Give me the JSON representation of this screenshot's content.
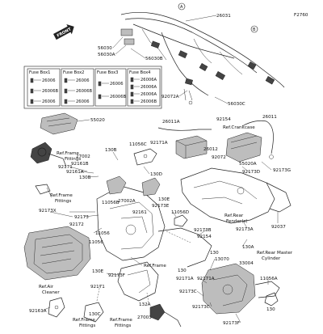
{
  "figure_id": "F2760",
  "front_label": "FRONT",
  "callouts": {
    "a": "A",
    "b": "B"
  },
  "fuse_boxes": [
    {
      "title": "Fuse Box1",
      "items": [
        "26006",
        "26006B",
        "26006"
      ]
    },
    {
      "title": "Fuse Box2",
      "items": [
        "26006",
        "26006B",
        "26006"
      ]
    },
    {
      "title": "Fuse Box3",
      "items": [
        "26006",
        "26006B"
      ]
    },
    {
      "title": "Fuse Box4",
      "items": [
        "26006A",
        "26006A",
        "26006A",
        "26006B"
      ]
    }
  ],
  "labels": {
    "p26031": "26031",
    "p56030": "56030",
    "p56030a": "56030A",
    "p56030b": "56030B",
    "p92072a": "92072A",
    "p56030c": "56030C",
    "p55020": "55020",
    "p26011a": "26011A",
    "p92154a": "92154",
    "ref_crankcase": "Ref.Crankcase",
    "p26011": "26011",
    "p11056c": "11056C",
    "p92171a": "92171A",
    "p26012": "26012",
    "p92072": "92072",
    "p55020a": "55020A",
    "p92173d": "92173D",
    "p92173g": "92173G",
    "ref_frame_fittings_1": "Ref.Frame",
    "ref_frame_fittings_1b": "Fittings",
    "p27002": "27002",
    "p92171": "92171",
    "p92161b": "92161B",
    "p92161a": "92161A",
    "p130b_1": "130B",
    "p130b_2": "130B",
    "p130d": "130D",
    "p11056b": "11056B",
    "ref_frame_fittings_2": "Ref.Frame",
    "ref_frame_fittings_2b": "Fittings",
    "p27002a": "27002A",
    "p92161": "92161",
    "p92173e": "92173E",
    "p130e": "130E",
    "p11056d": "11056D",
    "ref_rear_fender": "Ref.Rear",
    "ref_rear_fender_b": "Fender(s)",
    "p92037": "92037",
    "p92173x": "92173X",
    "p92173": "92173",
    "p92172": "92172",
    "p92173b": "92173B",
    "p92154": "92154",
    "p92173a": "92173A",
    "p11056": "11056",
    "p92173c": "92173C",
    "p130a": "130A",
    "p130_1": "130",
    "p13070": "13070",
    "ref_rear_master": "Ref.Rear Master",
    "ref_rear_master_b": "Cylinder",
    "ref_air_cleaner": "Ref.Air",
    "ref_air_cleaner_b": "Cleaner",
    "p33004": "33004",
    "p92161a_2": "92161A",
    "p92171_2": "92171",
    "p130e_2": "130E",
    "p92173f": "92173F",
    "ref_frame_3": "Ref.Frame",
    "p130_2": "130",
    "p92171a_2": "92171A",
    "p92171a_3": "92171A",
    "p11056a": "11056A",
    "p132a": "132A",
    "p27003": "27003",
    "p130c": "130C",
    "ref_frame_fittings_4": "Ref.Frame",
    "ref_frame_fittings_4b": "Fittings",
    "ref_frame_fittings_5": "Ref.Frame",
    "ref_frame_fittings_5b": "Fittings",
    "p92173c_2": "92173C",
    "p92173f_2": "92173F",
    "p130_3": "130"
  }
}
